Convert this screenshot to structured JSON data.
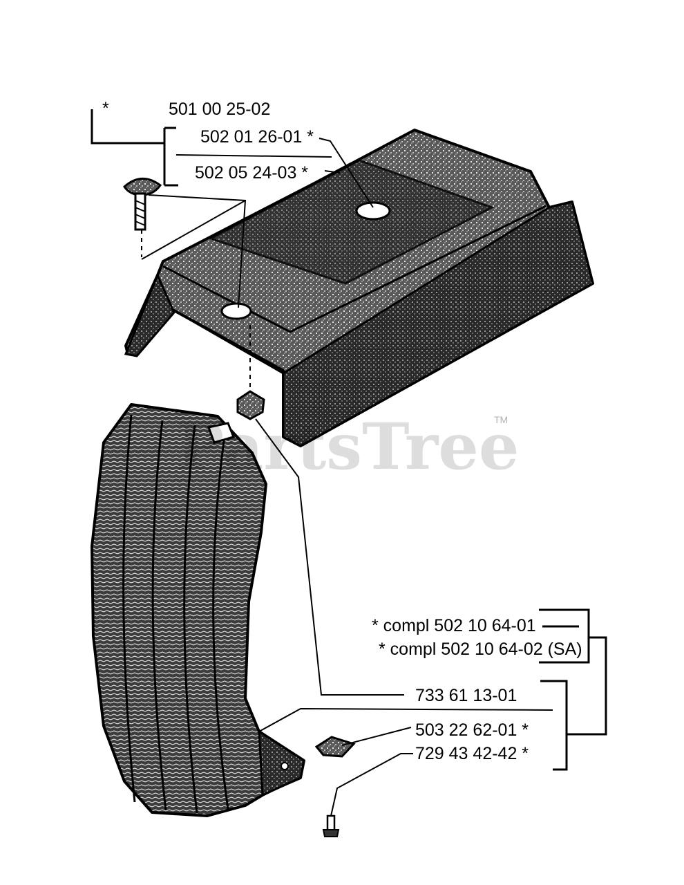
{
  "watermark": {
    "text": "PartsTree",
    "trademark": "TM"
  },
  "callouts": {
    "kit_top": {
      "star": "*",
      "number": "501 00 25-02"
    },
    "top_cover_a": "502 01 26-01 *",
    "top_cover_b": "502 05 24-03 *",
    "compl_a": "* compl  502 10 64-01",
    "compl_b": "* compl 502 10 64-02 (SA)",
    "part_733": "733 61 13-01",
    "part_503": "503 22 62-01  *",
    "part_729": "729 43 42-42  *"
  }
}
